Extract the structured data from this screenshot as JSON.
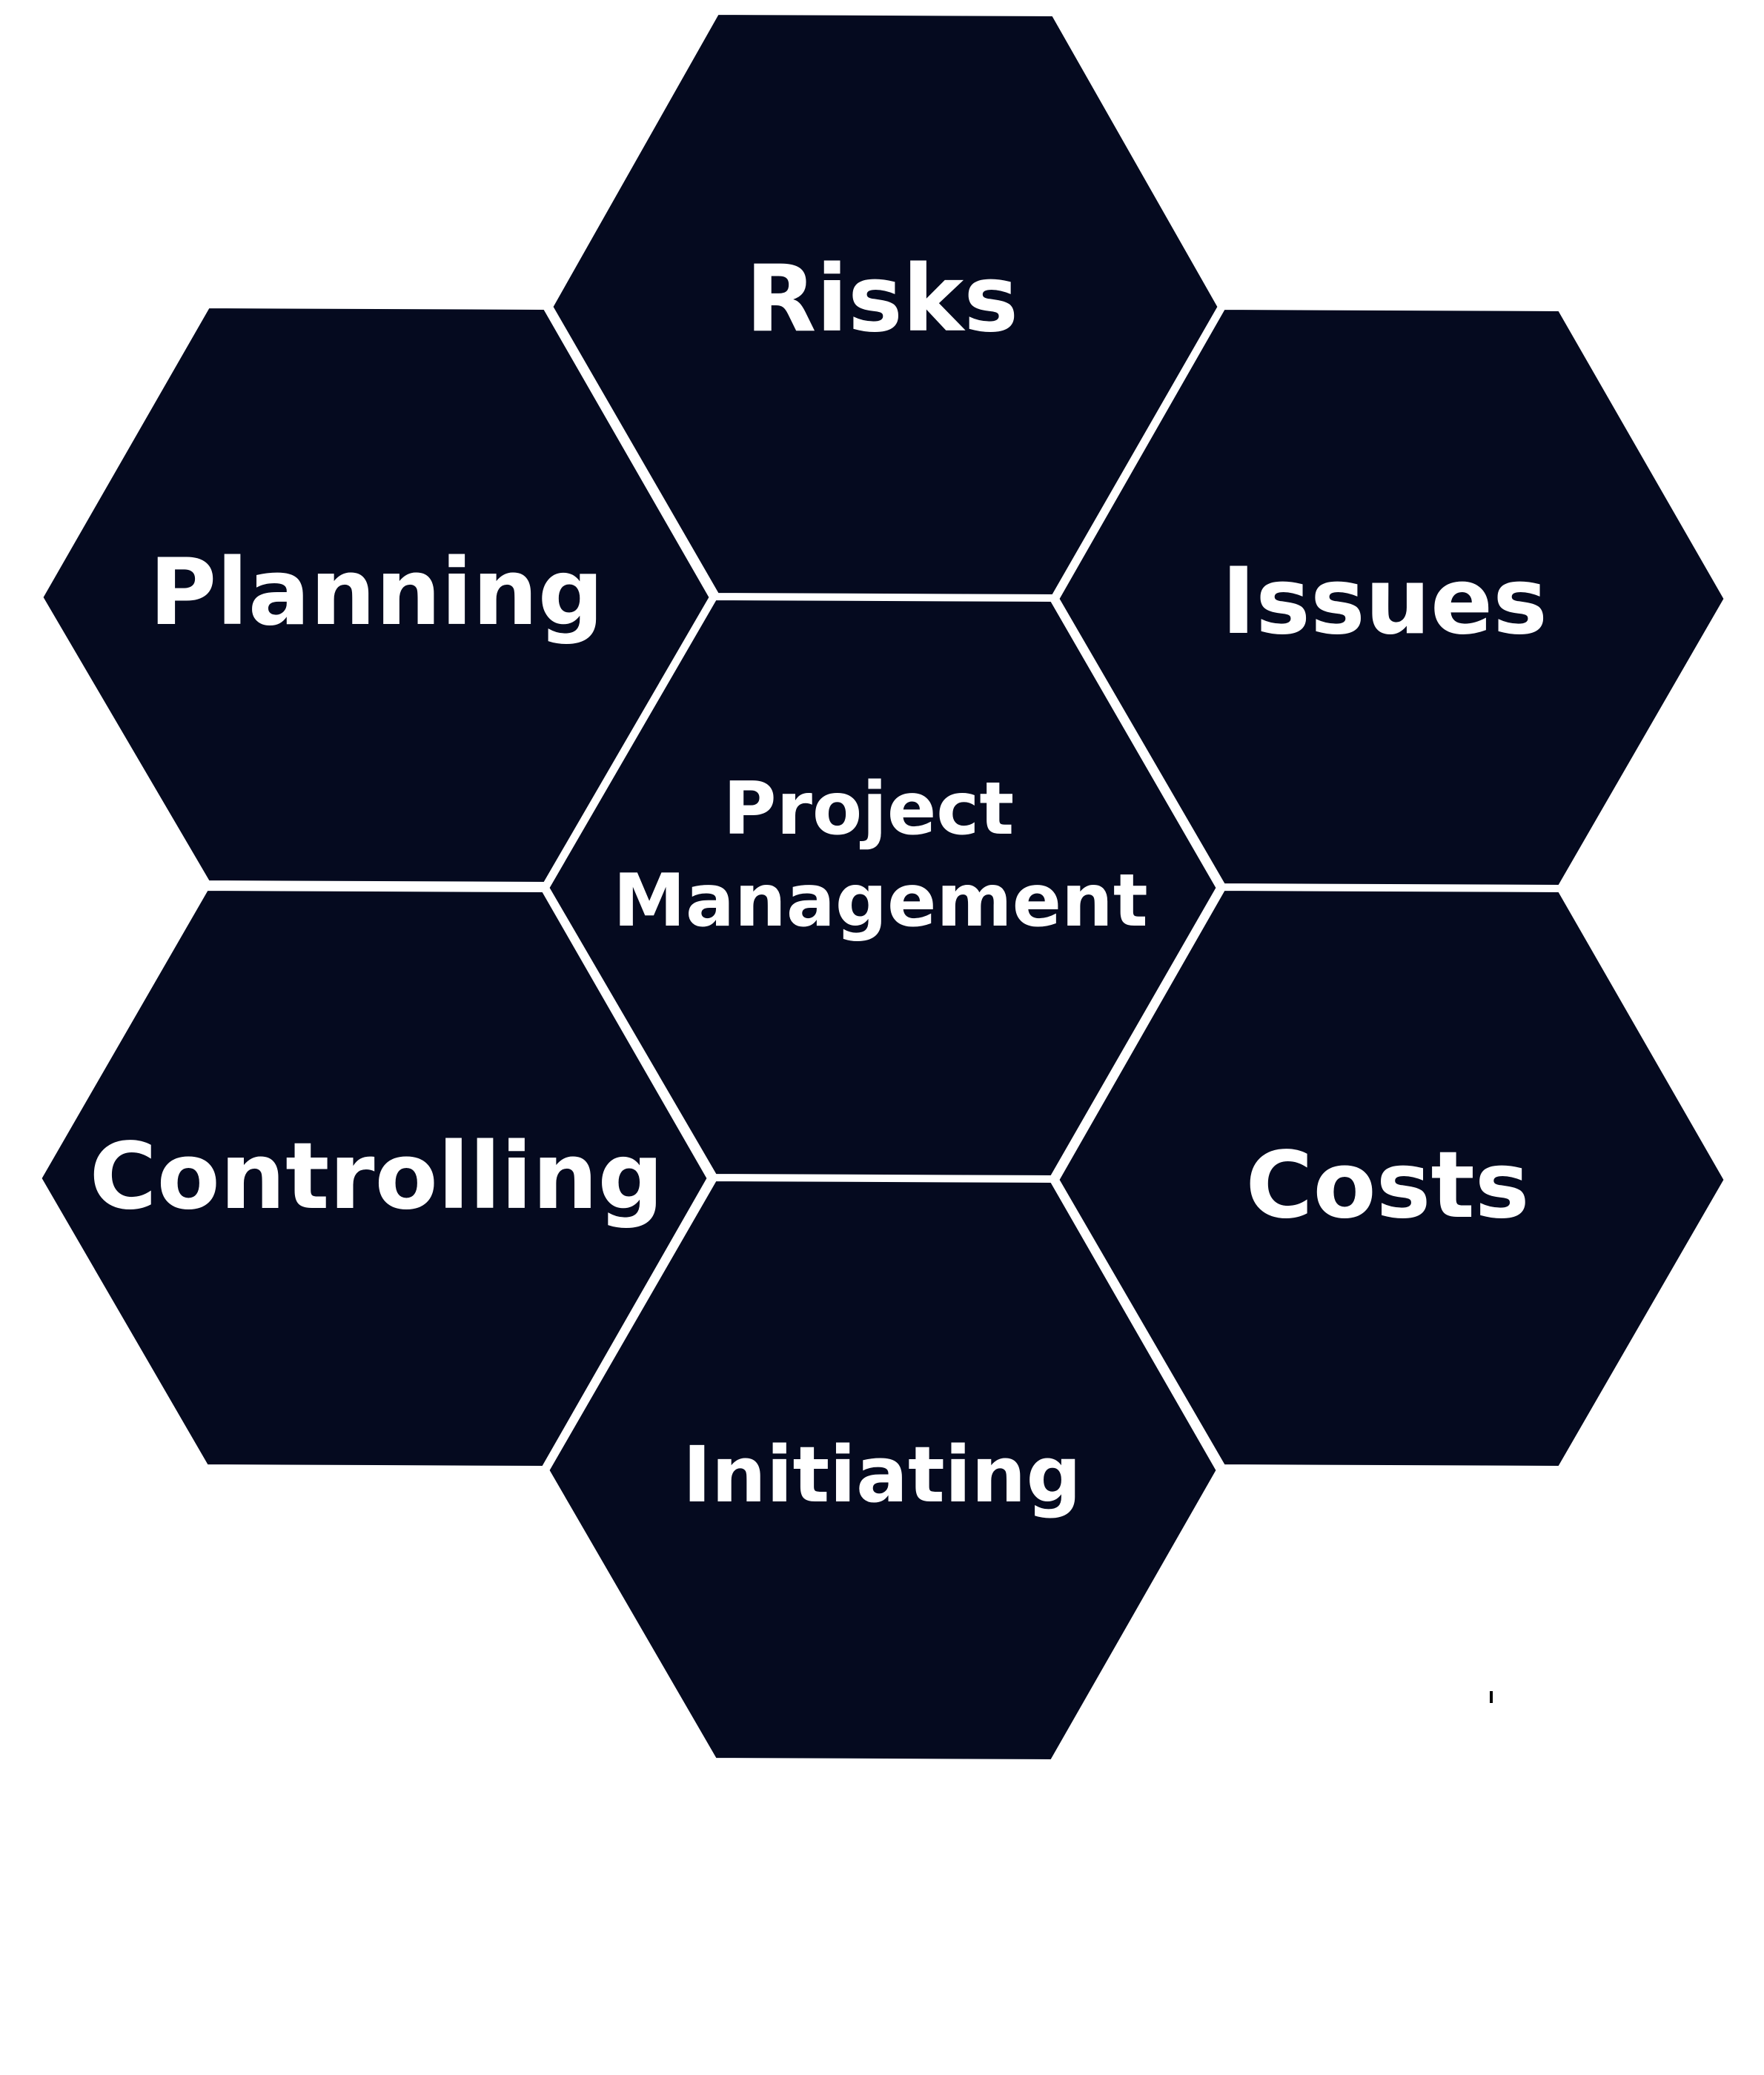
{
  "colors": {
    "hex_fill": "#050a1f",
    "hex_border": "#ffffff",
    "label_text": "#ffffff",
    "background": "#ffffff"
  },
  "hexagons": {
    "center": {
      "line1": "Project",
      "line2": "Management"
    },
    "top": {
      "label": "Risks"
    },
    "upper_left": {
      "label": "Planning"
    },
    "upper_right": {
      "label": "Issues"
    },
    "lower_left": {
      "label": "Controlling"
    },
    "lower_right": {
      "label": "Costs"
    },
    "bottom": {
      "label": "Initiating"
    }
  }
}
